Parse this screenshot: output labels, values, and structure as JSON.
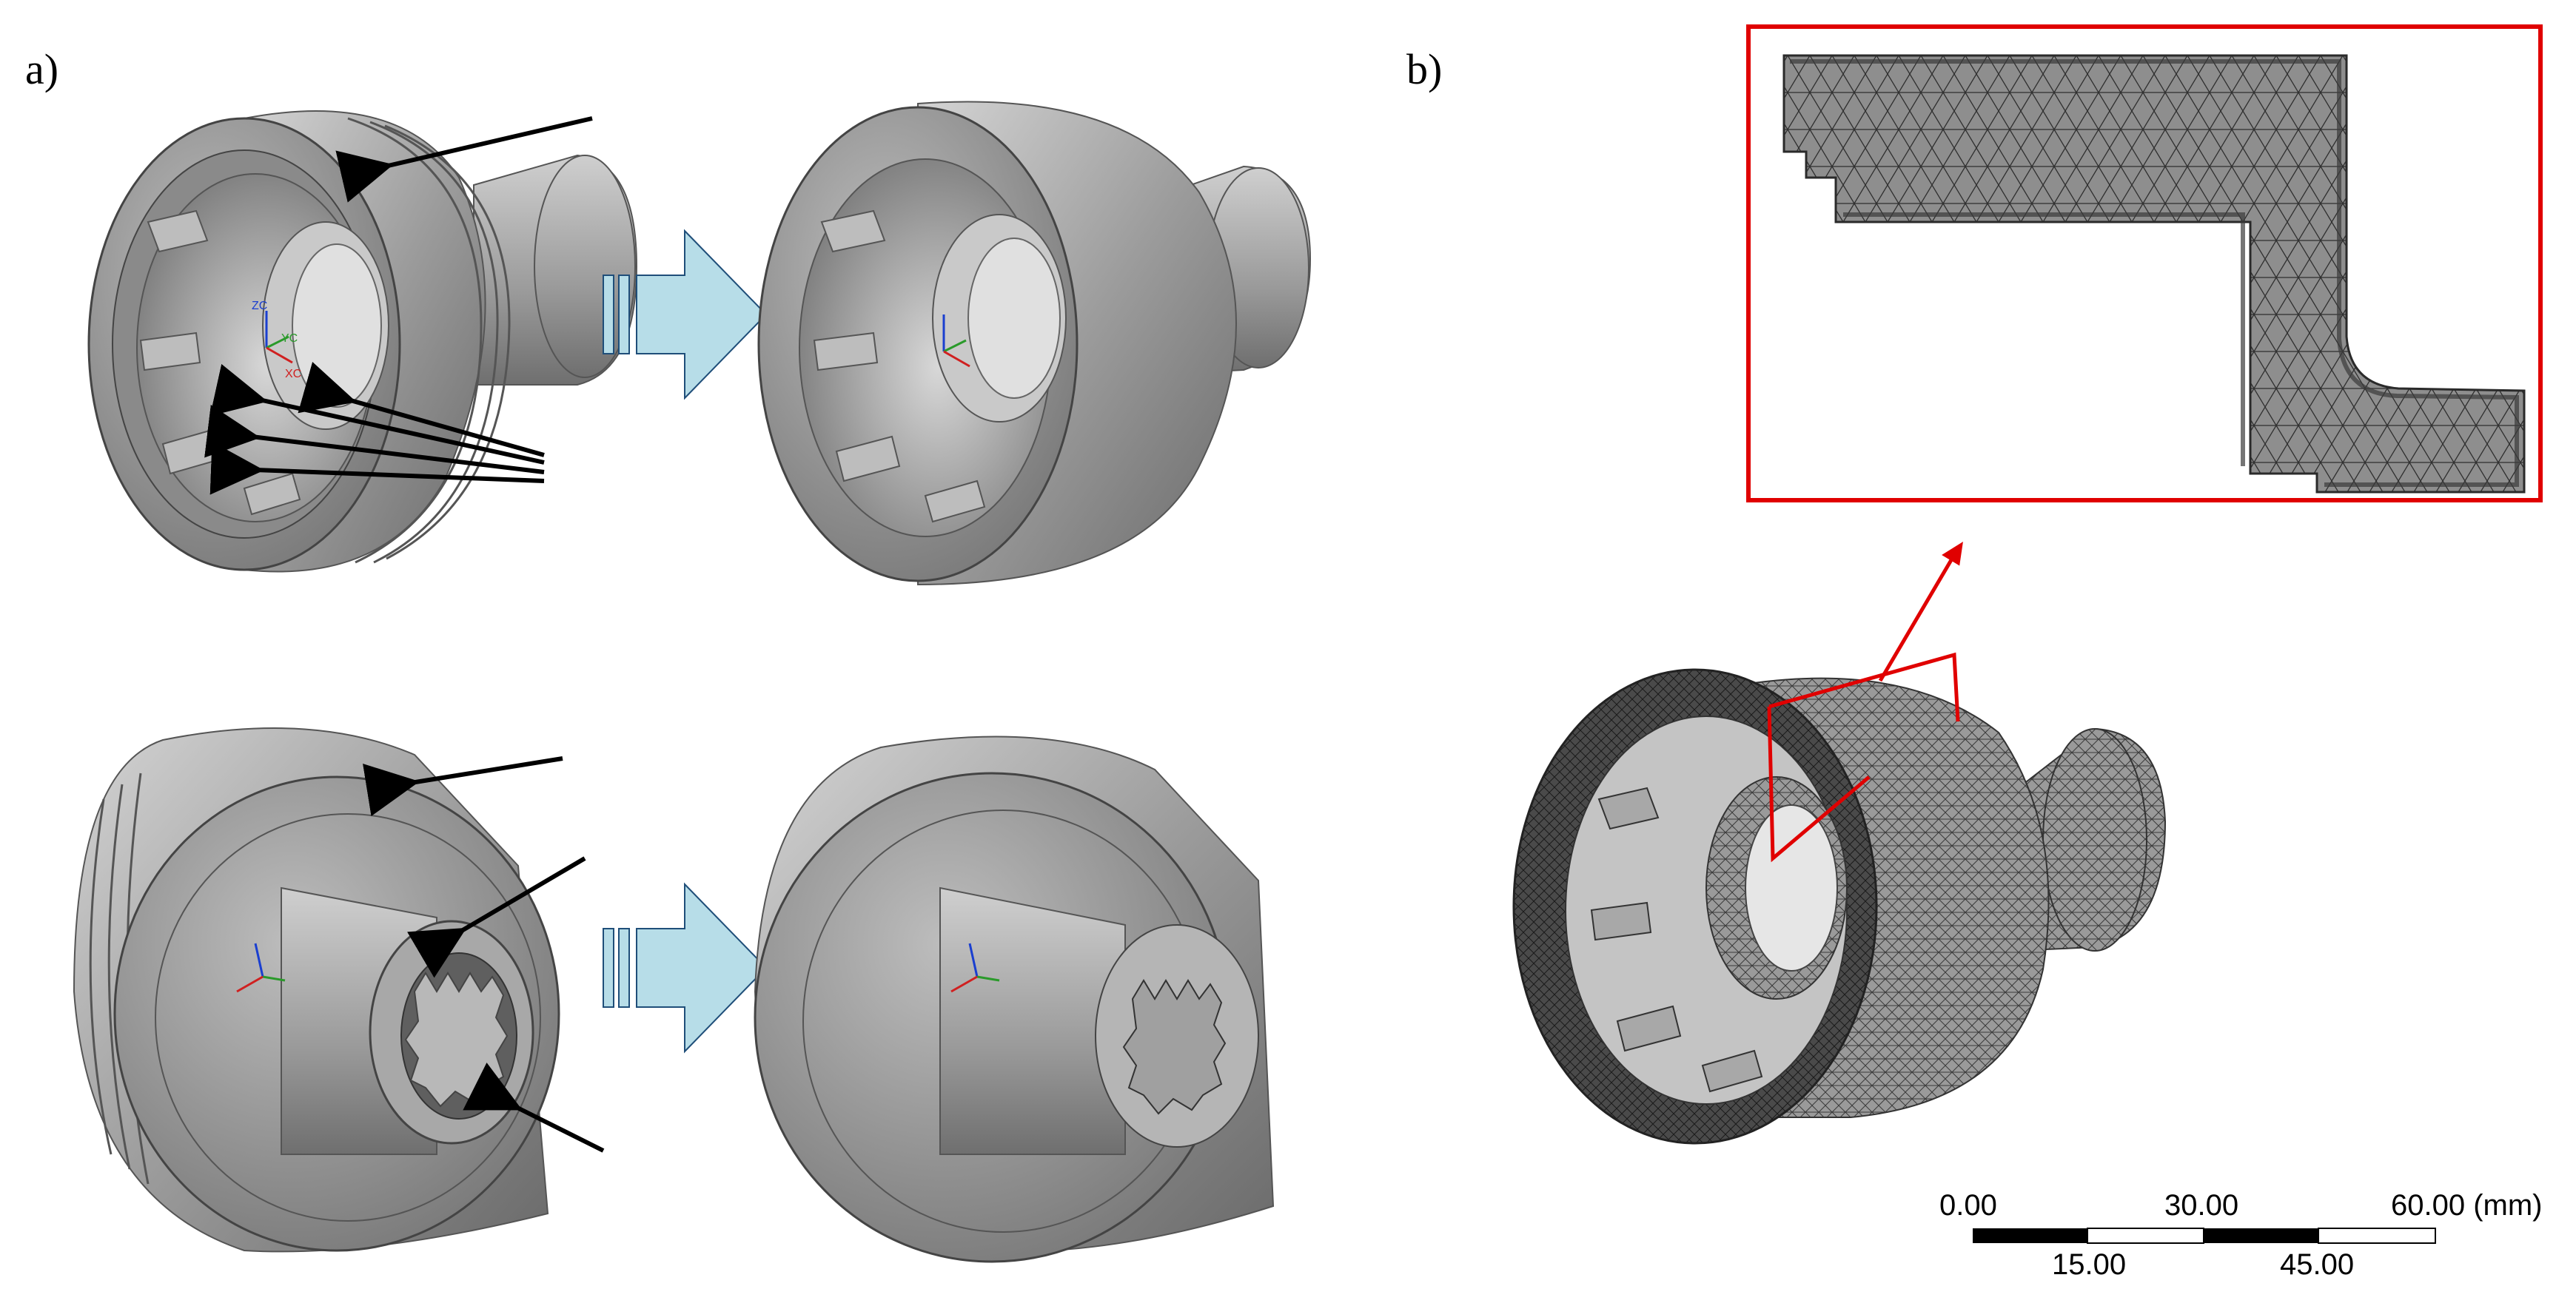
{
  "panels": {
    "a_label": "a)",
    "b_label": "b)"
  },
  "axis_triad": {
    "z": "ZC",
    "y": "YC",
    "x": "XC"
  },
  "colors": {
    "part_dark": "#6e6e6e",
    "part_mid": "#9a9a9a",
    "part_light": "#c8c8c8",
    "arrow_fill": "#b7dde8",
    "arrow_stroke": "#1f4e79",
    "highlight_red": "#e00000",
    "mesh_fill": "#8c8c8c"
  },
  "scale_bar": {
    "top_labels": [
      "0.00",
      "30.00",
      "60.00 (mm)"
    ],
    "bottom_labels": [
      "15.00",
      "45.00"
    ]
  }
}
